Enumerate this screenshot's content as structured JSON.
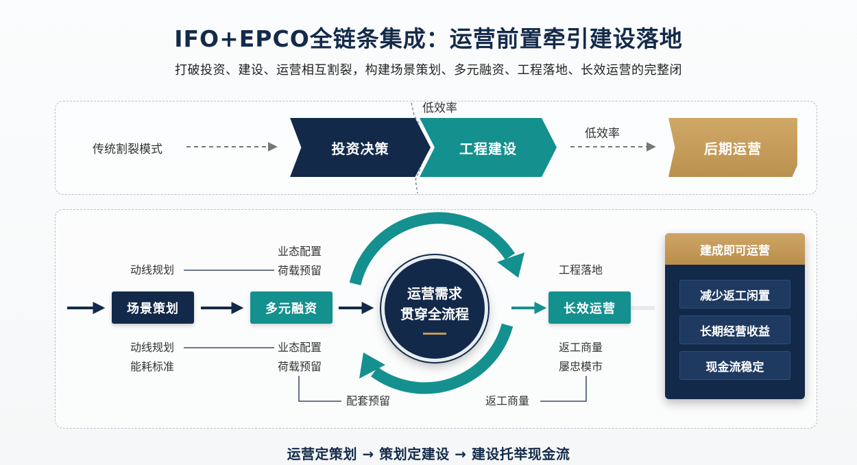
{
  "title": "IFO+EPCO全链条集成：运营前置牵引建设落地",
  "subtitle": "打破投资、建设、运营相互割裂，构建场景策划、多元融资、工程落地、长效运营的完整闭",
  "traditional": {
    "mode_label": "传统割裂模式",
    "stage_invest": "投资决策",
    "stage_build": "工程建设",
    "stage_operate": "后期运营",
    "inefficiency_1": "低效率",
    "inefficiency_2": "低效率"
  },
  "integrated": {
    "left_top_label": "动线规划",
    "left_bottom_label_1": "动线规划",
    "left_bottom_label_2": "能耗标准",
    "step_1": "场景策划",
    "step_2": "多元融资",
    "mid_top_label_1": "业态配置",
    "mid_top_label_2": "荷载预留",
    "mid_bottom_label_1": "业态配置",
    "mid_bottom_label_2": "荷载预留",
    "center_line_1": "运营需求",
    "center_line_2": "贯穿全流程",
    "step_3": "长效运营",
    "right_top_label": "工程落地",
    "right_bottom_label_1": "返工商量",
    "right_bottom_label_2": "屡忠模市",
    "loop_left_label": "配套预留",
    "loop_right_label": "返工商量"
  },
  "benefits": {
    "header": "建成即可运营",
    "items": [
      "减少返工闲置",
      "长期经营收益",
      "现金流稳定"
    ]
  },
  "footer": "运营定策划 → 策划定建设 → 建设托举现金流",
  "colors": {
    "navy": "#13294a",
    "teal": "#14908f",
    "gold": "#c49c5a"
  }
}
